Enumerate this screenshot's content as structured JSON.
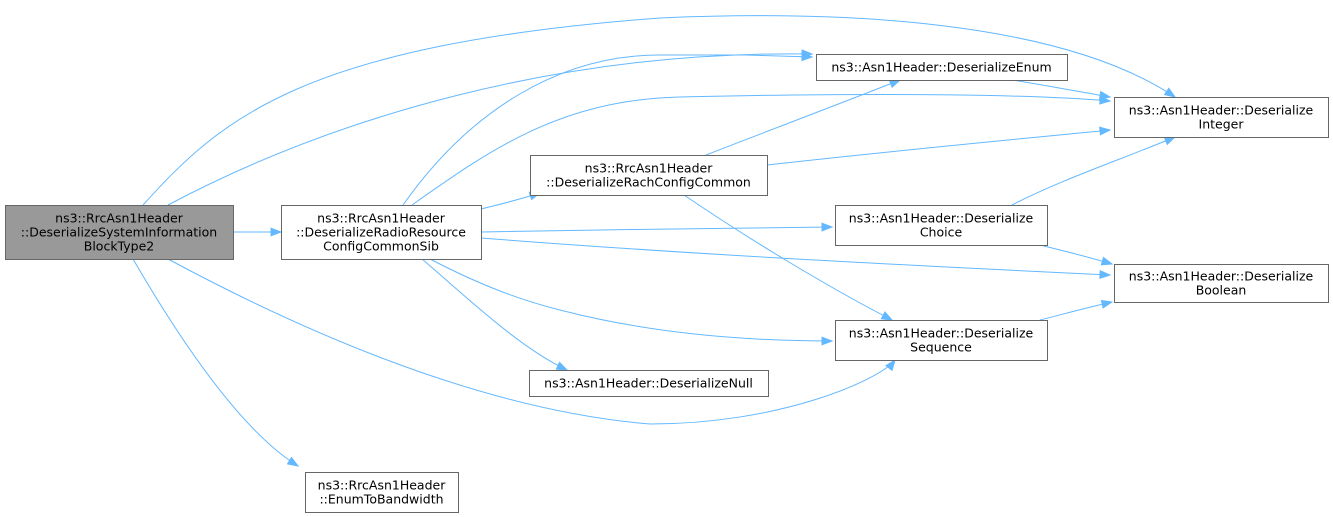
{
  "graph": {
    "edge_color": "#63b8ff",
    "root_fill": "#999999",
    "node_border": "#666666",
    "nodes": [
      {
        "id": "root",
        "lines": [
          "ns3::RrcAsn1Header",
          "::DeserializeSystemInformation",
          "BlockType2"
        ]
      },
      {
        "id": "radio",
        "lines": [
          "ns3::RrcAsn1Header",
          "::DeserializeRadioResource",
          "ConfigCommonSib"
        ]
      },
      {
        "id": "enumbw",
        "lines": [
          "ns3::RrcAsn1Header",
          "::EnumToBandwidth"
        ]
      },
      {
        "id": "rach",
        "lines": [
          "ns3::RrcAsn1Header",
          "::DeserializeRachConfigCommon"
        ]
      },
      {
        "id": "null",
        "lines": [
          "ns3::Asn1Header::DeserializeNull"
        ]
      },
      {
        "id": "enum",
        "lines": [
          "ns3::Asn1Header::DeserializeEnum"
        ]
      },
      {
        "id": "choice",
        "lines": [
          "ns3::Asn1Header::Deserialize",
          "Choice"
        ]
      },
      {
        "id": "sequence",
        "lines": [
          "ns3::Asn1Header::Deserialize",
          "Sequence"
        ]
      },
      {
        "id": "integer",
        "lines": [
          "ns3::Asn1Header::Deserialize",
          "Integer"
        ]
      },
      {
        "id": "boolean",
        "lines": [
          "ns3::Asn1Header::Deserialize",
          "Boolean"
        ]
      }
    ],
    "edges": [
      {
        "from": "root",
        "to": "radio"
      },
      {
        "from": "root",
        "to": "enum"
      },
      {
        "from": "root",
        "to": "integer"
      },
      {
        "from": "root",
        "to": "sequence"
      },
      {
        "from": "root",
        "to": "enumbw"
      },
      {
        "from": "radio",
        "to": "enum"
      },
      {
        "from": "radio",
        "to": "integer"
      },
      {
        "from": "radio",
        "to": "rach"
      },
      {
        "from": "radio",
        "to": "choice"
      },
      {
        "from": "radio",
        "to": "boolean"
      },
      {
        "from": "radio",
        "to": "sequence"
      },
      {
        "from": "radio",
        "to": "null"
      },
      {
        "from": "rach",
        "to": "enum"
      },
      {
        "from": "rach",
        "to": "integer"
      },
      {
        "from": "rach",
        "to": "sequence"
      },
      {
        "from": "enum",
        "to": "integer"
      },
      {
        "from": "choice",
        "to": "integer"
      },
      {
        "from": "choice",
        "to": "boolean"
      },
      {
        "from": "sequence",
        "to": "boolean"
      }
    ]
  }
}
